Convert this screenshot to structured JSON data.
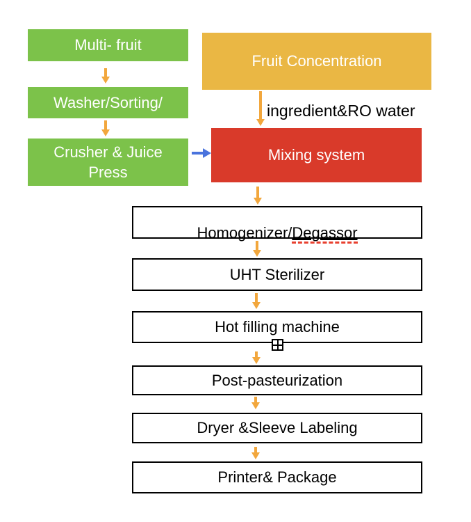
{
  "nodes": {
    "multi_fruit": {
      "label": "Multi- fruit"
    },
    "washer_sorting": {
      "label": "Washer/Sorting/"
    },
    "crusher_juice_press": {
      "label": "Crusher & Juice\nPress"
    },
    "fruit_concentration": {
      "label": "Fruit Concentration"
    },
    "mixing_system": {
      "label": "Mixing system"
    },
    "homogenizer_degassor": {
      "label_prefix": "Homogenizer/",
      "label_spellchecked": "Degassor"
    },
    "uht_sterilizer": {
      "label": "UHT Sterilizer"
    },
    "hot_filling_machine": {
      "label": "Hot filling machine"
    },
    "post_pasteurization": {
      "label": "Post-pasteurization"
    },
    "dryer_sleeve_labeling": {
      "label": "Dryer &Sleeve Labeling"
    },
    "printer_package": {
      "label": "Printer& Package"
    }
  },
  "edge_labels": {
    "mixing_input": "ingredient&RO water"
  },
  "colors": {
    "green_box": "#7CC24A",
    "yellow_box": "#EAB744",
    "red_box": "#D93A2A",
    "arrow_orange": "#F2A73D",
    "arrow_blue": "#4A73DD",
    "spellcheck_red": "#E8402F",
    "white_box_border": "#000000",
    "white_box_text": "#000000",
    "colored_box_text": "#FFFFFF"
  },
  "icons": {
    "anchor_handle": "plus-in-square"
  }
}
